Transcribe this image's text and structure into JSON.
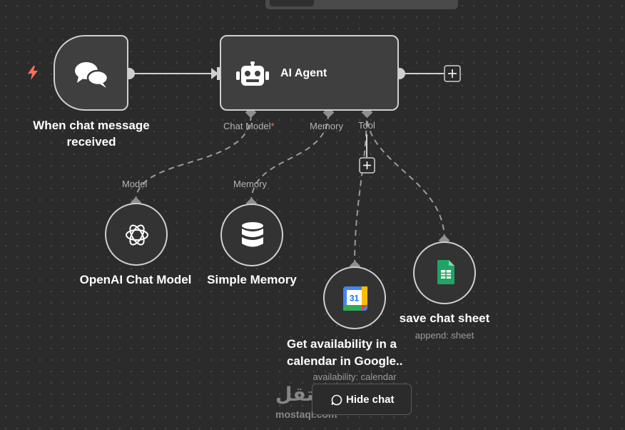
{
  "nodes": {
    "trigger": {
      "title_line1": "When chat message",
      "title_line2": "received",
      "icon": "chat-bubbles-icon"
    },
    "agent": {
      "title": "AI Agent",
      "icon": "robot-icon"
    },
    "openai": {
      "title": "OpenAI Chat Model",
      "icon": "openai-icon"
    },
    "memory": {
      "title": "Simple Memory",
      "icon": "database-icon"
    },
    "calendar": {
      "title_line1": "Get availability in a",
      "title_line2": "calendar in Google..",
      "subtitle": "availability: calendar",
      "icon_text": "31"
    },
    "sheet": {
      "title": "save chat sheet",
      "subtitle": "append: sheet",
      "icon": "google-sheets-icon"
    }
  },
  "ports": {
    "chat_model": "Chat Model",
    "chat_model_required": "*",
    "memory": "Memory",
    "tool": "Tool",
    "model_input": "Model",
    "memory_input": "Memory"
  },
  "controls": {
    "hide_chat": "Hide chat"
  },
  "watermark": {
    "arabic": "مستقل",
    "latin": "mostaql.com"
  },
  "colors": {
    "canvas": "#2b2b2b",
    "node_fill": "#3f3f3f",
    "node_border": "#cfcfcf",
    "connector": "#cfcfcf",
    "dashed_connector": "#9a9a9a",
    "port_diamond": "#8f8f8f",
    "trigger_bolt": "#ff6d5a",
    "sheets_green": "#21a464",
    "calendar_blue": "#4285f4"
  }
}
